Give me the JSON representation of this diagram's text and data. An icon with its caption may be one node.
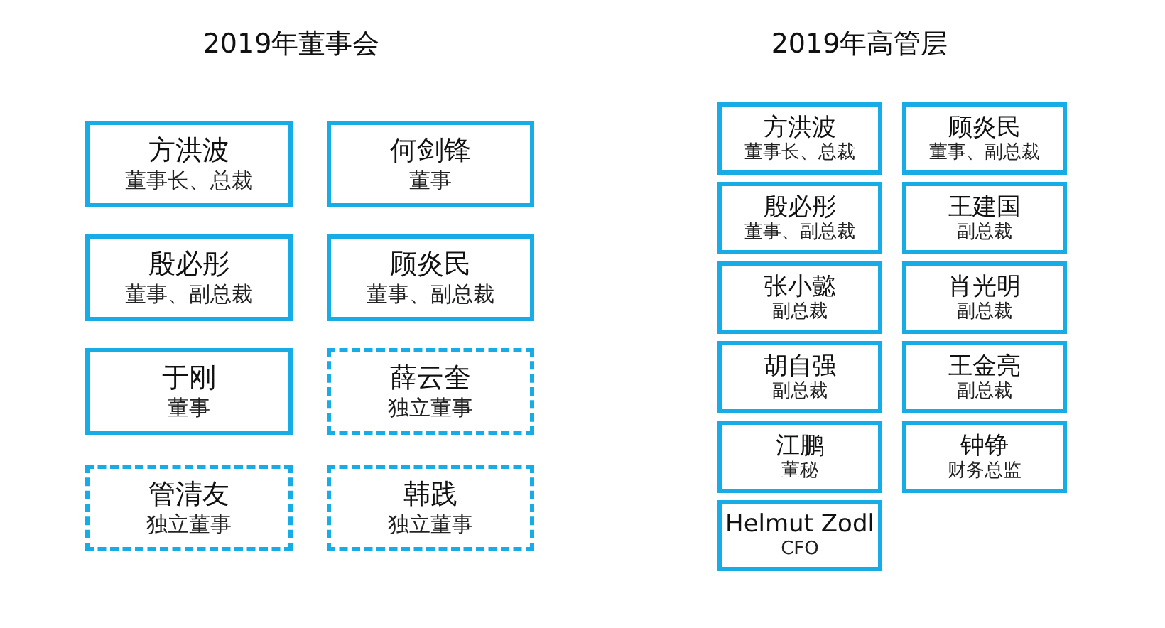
{
  "diagram": {
    "nodes": [
      {
        "text": [
          "方洪波",
          "董事长、总裁"
        ]
      },
      {
        "text": [
          "何剑锋",
          "董事"
        ]
      },
      {
        "text": [
          "殷必彤",
          "董事、副总裁"
        ]
      },
      {
        "text": [
          "顾炎民",
          "董事、副总裁"
        ]
      },
      {
        "text": [
          "于刚",
          "董事"
        ]
      },
      {
        "text": [
          "薛云奎",
          "独立董事"
        ]
      },
      {
        "text": [
          "管清友",
          "独立董事"
        ]
      },
      {
        "text": [
          "韩践",
          "独立董事"
        ]
      },
      {
        "text": [
          "方洪波",
          "董事长、总裁"
        ]
      },
      {
        "text": [
          "顾炎民",
          "董事、副总裁"
        ]
      },
      {
        "text": [
          "殷必彤",
          "董事、副总裁"
        ]
      },
      {
        "text": [
          "王建国",
          "副总裁"
        ]
      },
      {
        "text": [
          "张小懿",
          "副总裁"
        ]
      },
      {
        "text": [
          "肖光明",
          "副总裁"
        ]
      },
      {
        "text": [
          "胡自强",
          "副总裁"
        ]
      },
      {
        "text": [
          "王金亮",
          "副总裁"
        ]
      },
      {
        "text": [
          "江鹏",
          "董秘"
        ]
      },
      {
        "text": [
          "钟铮",
          "财务总监"
        ]
      },
      {
        "text": [
          "Helmut Zodl",
          "CFO"
        ]
      }
    ],
    "labels": [
      "2019年董事会",
      "2019年高管层"
    ]
  }
}
